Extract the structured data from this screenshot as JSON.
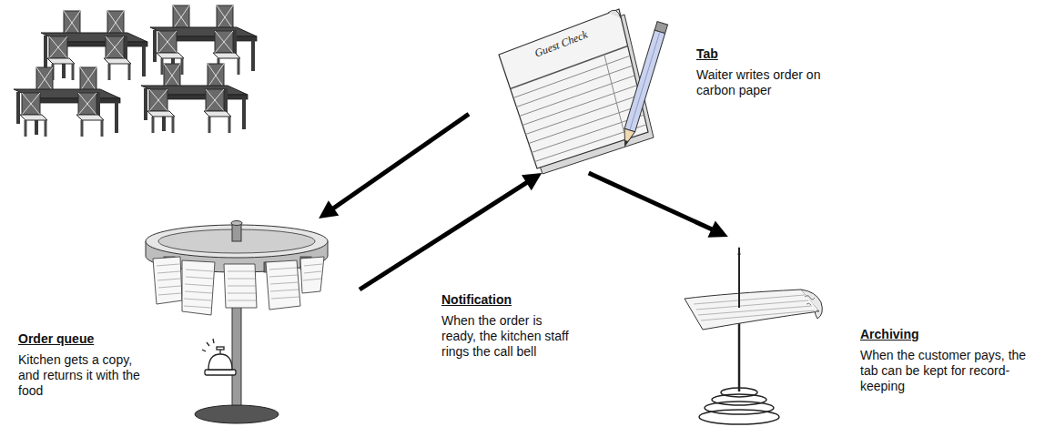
{
  "diagram": {
    "nodes": [
      {
        "text": [
          "Tab",
          "Waiter writes order on carbon paper"
        ]
      },
      {
        "text": [
          "Order queue",
          "Kitchen gets a copy, and returns it with the food"
        ]
      },
      {
        "text": [
          "Notification",
          "When the order is ready, the kitchen staff rings the call bell"
        ]
      },
      {
        "text": [
          "Archiving",
          "When the customer pays, the tab can be kept for record-keeping"
        ]
      }
    ],
    "edges": [
      {
        "from": 0,
        "to": 1,
        "arrow": "to"
      },
      {
        "from": 2,
        "to": 0,
        "arrow": "to"
      },
      {
        "from": 0,
        "to": 3,
        "arrow": "to"
      }
    ],
    "labels": [
      "Guest Check"
    ]
  }
}
